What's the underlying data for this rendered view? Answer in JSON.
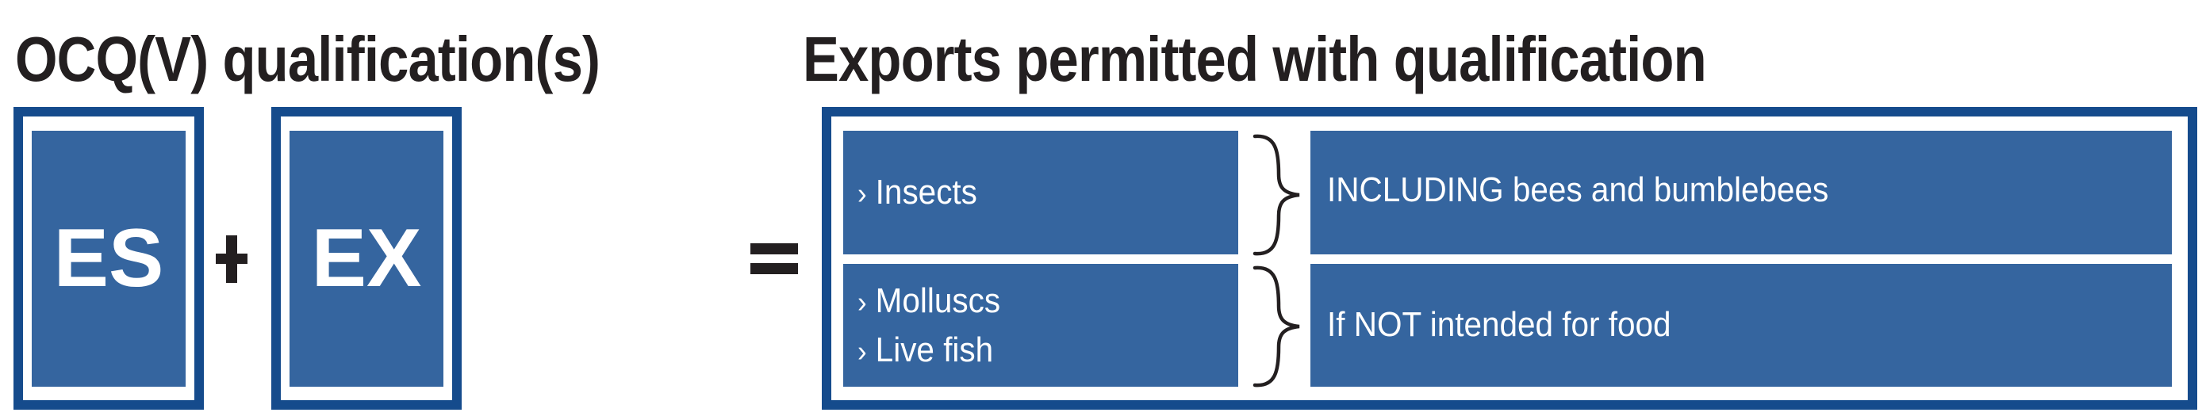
{
  "left_panel": {
    "title": "OCQ(V) qualification(s)",
    "qualifications": [
      {
        "code": "ES"
      },
      {
        "code": "EX"
      }
    ],
    "operator_plus": "+",
    "operator_equals": "="
  },
  "right_panel": {
    "title": "Exports permitted with qualification",
    "rows": [
      {
        "items": [
          "Insects"
        ],
        "bullet_icon": "chevron-right-icon",
        "condition": "INCLUDING bees and bumblebees"
      },
      {
        "items": [
          "Molluscs",
          "Live fish"
        ],
        "bullet_icon": "chevron-right-icon",
        "condition": "If NOT intended for food"
      }
    ],
    "bullet_glyph": "›"
  },
  "colors": {
    "frame_border": "#154b8c",
    "cell_fill": "#35659f",
    "text_dark": "#231f20",
    "text_light": "#ffffff"
  }
}
